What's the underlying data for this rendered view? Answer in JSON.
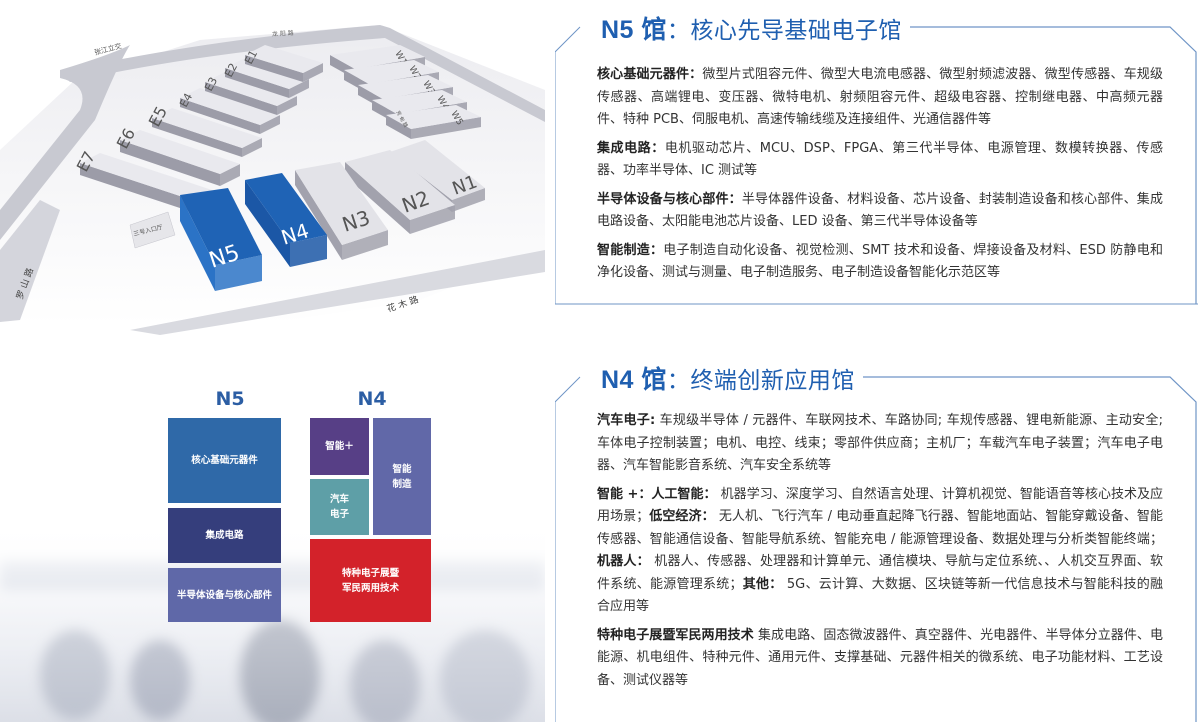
{
  "map": {
    "roads": {
      "top": "龙 阳 路",
      "interchange": "张江立交",
      "left": "罗 山 路",
      "bottom": "花 木 路",
      "inner": "芳 甸 路"
    },
    "entrance": "三号入口厅",
    "east_halls": [
      "E1",
      "E2",
      "E3",
      "E4",
      "E5",
      "E6",
      "E7"
    ],
    "west_halls": [
      "W1",
      "W2",
      "W3",
      "W4",
      "W5"
    ],
    "north_halls": [
      "N1",
      "N2",
      "N3",
      "N4",
      "N5"
    ],
    "highlight_color": "#1f63b5"
  },
  "layout_diagram": {
    "n5": {
      "label": "N5",
      "blocks": [
        "核心基础元器件",
        "集成电路",
        "半导体设备与核心部件"
      ]
    },
    "n4": {
      "label": "N4",
      "blocks": [
        "智能＋",
        "汽车\n电子",
        "智能\n制造",
        "特种电子展暨\n军民两用技术"
      ]
    },
    "colors": {
      "core": "#2f69a8",
      "ic": "#353e7c",
      "semi": "#5f68a8",
      "ai": "#573f86",
      "auto": "#5e9fa7",
      "mfg": "#6168a8",
      "special": "#d3222a"
    }
  },
  "n5_panel": {
    "title_code": "N5 馆",
    "title_sep": "：",
    "title_name": "核心先导基础电子馆",
    "items": [
      {
        "head": "核心基础元器件：",
        "text": "微型片式阻容元件、微型大电流电感器、微型射频滤波器、微型传感器、车规级传感器、高端锂电、变压器、微特电机、射频阻容元件、超级电容器、控制继电器、中高频元器件、特种 PCB、伺服电机、高速传输线缆及连接组件、光通信器件等"
      },
      {
        "head": "集成电路：",
        "text": "电机驱动芯片、MCU、DSP、FPGA、第三代半导体、电源管理、数模转换器、传感器、功率半导体、IC 测试等"
      },
      {
        "head": "半导体设备与核心部件：",
        "text": "半导体器件设备、材料设备、芯片设备、封装制造设备和核心部件、集成电路设备、太阳能电池芯片设备、LED 设备、第三代半导体设备等"
      },
      {
        "head": "智能制造：",
        "text": "电子制造自动化设备、视觉检测、SMT 技术和设备、焊接设备及材料、ESD 防静电和净化设备、测试与测量、电子制造服务、电子制造设备智能化示范区等"
      }
    ]
  },
  "n4_panel": {
    "title_code": "N4 馆",
    "title_sep": "：",
    "title_name": "终端创新应用馆",
    "auto": {
      "head": "汽车电子:",
      "text": " 车规级半导体 / 元器件、车联网技术、车路协同; 车规传感器、锂电新能源、主动安全; 车体电子控制装置；电机、电控、线束；零部件供应商；主机厂；车载汽车电子装置；汽车电子电器、汽车智能影音系统、汽车安全系统等"
    },
    "ai": {
      "head": "智能 +：",
      "sub1_head": "人工智能：",
      "sub1_text": " 机器学习、深度学习、自然语言处理、计算机视觉、智能语音等核心技术及应用场景；",
      "sub2_head": "低空经济：",
      "sub2_text": " 无人机、飞行汽车 / 电动垂直起降飞行器、智能地面站、智能穿戴设备、智能传感器、智能通信设备、智能导航系统、智能充电 / 能源管理设备、数据处理与分析类智能终端；",
      "sub3_head": "机器人：",
      "sub3_text": " 机器人、传感器、处理器和计算单元、通信模块、导航与定位系统、、人机交互界面、软件系统、能源管理系统；",
      "sub4_head": "其他：",
      "sub4_text": " 5G、云计算、大数据、区块链等新一代信息技术与智能科技的融合应用等"
    },
    "special": {
      "head": "特种电子展暨军民两用技术",
      "text": " 集成电路、固态微波器件、真空器件、光电器件、半导体分立器件、电能源、机电组件、特种元件、通用元件、支撑基础、元器件相关的微系统、电子功能材料、工艺设备、测试仪器等"
    }
  }
}
